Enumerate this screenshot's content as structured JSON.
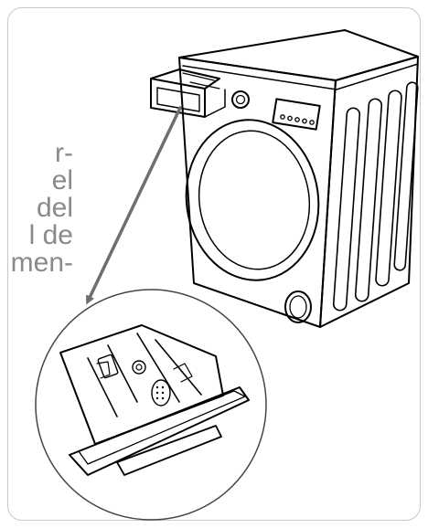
{
  "side_text": [
    "r-",
    "el",
    "del",
    "l de",
    "men-"
  ],
  "colors": {
    "ink": "#000000",
    "arrow": "#6f6f6f",
    "frame": "#c8c8c8",
    "text": "#8a8a8a"
  }
}
